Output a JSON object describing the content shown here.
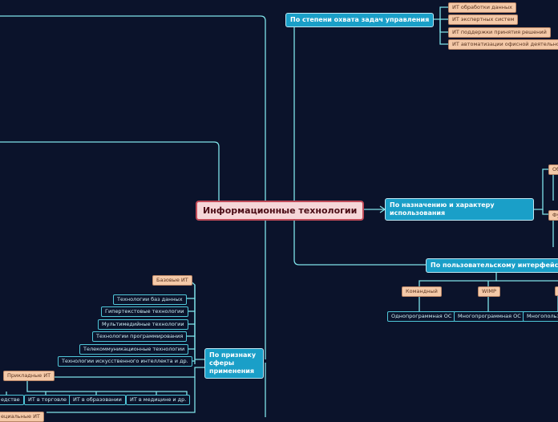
{
  "root": "Информационные технологии",
  "branches": {
    "coverage": {
      "label": "По степени охвата задач управления",
      "items": [
        "ИТ обработки данных",
        "ИТ экспертных систем",
        "ИТ поддержки принятия решений",
        "ИТ автоматизации офисной деятельности"
      ]
    },
    "purpose": {
      "label": "По назначению и характеру использования",
      "sub": [
        "Об",
        "Фу"
      ]
    },
    "interface": {
      "label": "По пользовательскому интерфейсу",
      "types": [
        "Командный",
        "WIMP"
      ],
      "os": [
        "Однопрограммная ОС",
        "Многопрограммная ОС",
        "Многопольз"
      ]
    },
    "application": {
      "label": "По признаку сферы применения",
      "basic": "Базовые ИТ",
      "basic_items": [
        "Технологии баз данных",
        "Гипертекстовые технологии",
        "Мультимедийные технологии",
        "Технологии программирования",
        "Телекоммуникационные технологии",
        "Технологии искусственного интеллекта и др."
      ],
      "applied": "Прикладные ИТ",
      "applied_items": [
        "едстве",
        "ИТ в торговле",
        "ИТ в образовании",
        "ИТ в медицине и др."
      ],
      "special": "ециальные ИТ"
    }
  },
  "colors": {
    "background": "#0b132b",
    "line": "#7fe3ea",
    "main": "#1a9fc8",
    "leaf": "#f4c9a8",
    "root": "#f6d6d8"
  }
}
